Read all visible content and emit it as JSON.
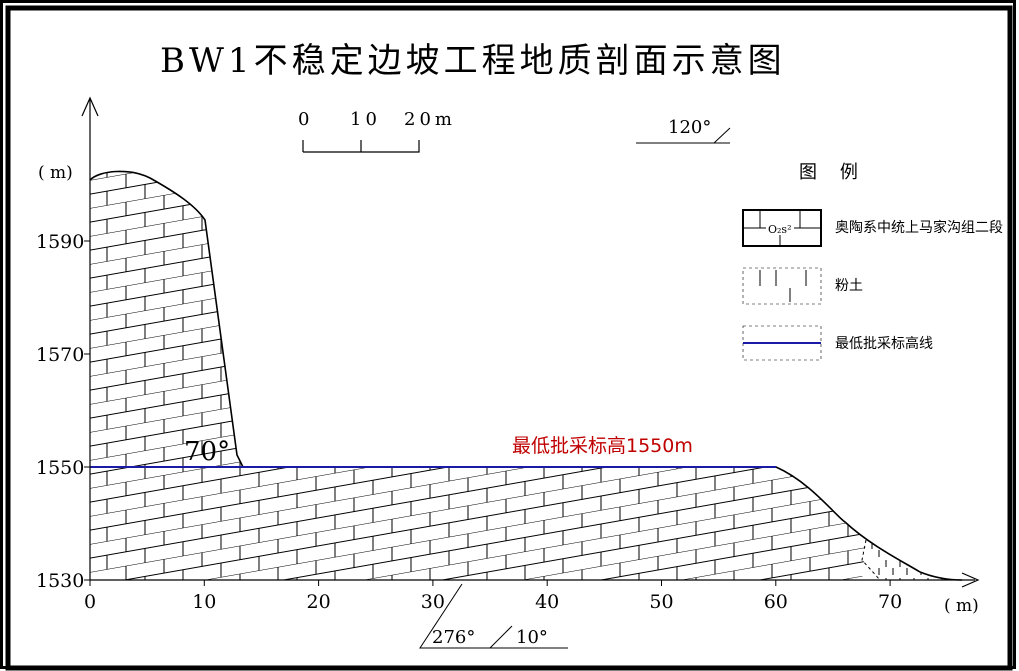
{
  "title": "BW1不稳定边坡工程地质剖面示意图",
  "y_axis": {
    "unit": "( m)",
    "ticks": [
      {
        "label": "1590",
        "value": 1590
      },
      {
        "label": "1570",
        "value": 1570
      },
      {
        "label": "1550",
        "value": 1550
      },
      {
        "label": "1530",
        "value": 1530
      }
    ]
  },
  "x_axis": {
    "unit": "( m)",
    "ticks": [
      {
        "label": "0",
        "value": 0
      },
      {
        "label": "10",
        "value": 10
      },
      {
        "label": "20",
        "value": 20
      },
      {
        "label": "30",
        "value": 30
      },
      {
        "label": "40",
        "value": 40
      },
      {
        "label": "50",
        "value": 50
      },
      {
        "label": "60",
        "value": 60
      },
      {
        "label": "70",
        "value": 70
      }
    ]
  },
  "scale_bar": {
    "labels": [
      "0",
      "10",
      "20m"
    ]
  },
  "direction_top": "120°",
  "direction_bottom": {
    "left": "276°",
    "right": "10°"
  },
  "slope_angle": "70°",
  "elevation_line": {
    "label": "最低批采标高1550m",
    "color": "#c00000",
    "line_color": "#1a1aa6"
  },
  "legend": {
    "title": "图    例",
    "items": [
      {
        "label": "奥陶系中统上马家沟组二段",
        "symbol": "O₂s²",
        "icon": "limestone-brick-pattern"
      },
      {
        "label": "粉土",
        "icon": "silt-dash-pattern"
      },
      {
        "label": "最低批采标高线",
        "icon": "blue-line",
        "color": "#1a1aa6"
      }
    ]
  }
}
